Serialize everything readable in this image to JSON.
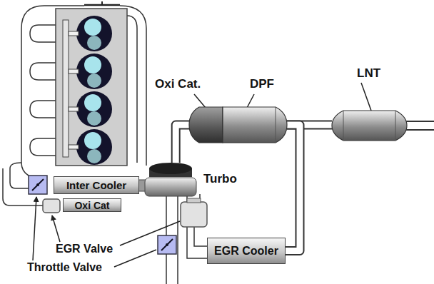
{
  "diagram": {
    "nodes": [
      {
        "text": [
          "Oxi Cat."
        ]
      },
      {
        "text": [
          "DPF"
        ]
      },
      {
        "text": [
          "LNT"
        ]
      },
      {
        "text": [
          "Inter Cooler"
        ]
      },
      {
        "text": [
          "Turbo"
        ]
      },
      {
        "text": [
          "Oxi Cat"
        ]
      },
      {
        "text": [
          "EGR Cooler"
        ]
      }
    ],
    "edges": [
      {
        "from": 4,
        "to": 0,
        "arrow": "none"
      },
      {
        "from": 1,
        "to": 2,
        "arrow": "none"
      },
      {
        "from": 1,
        "to": 6,
        "arrow": "none"
      }
    ],
    "labels": [
      "EGR Valve",
      "Throttle Valve"
    ]
  }
}
